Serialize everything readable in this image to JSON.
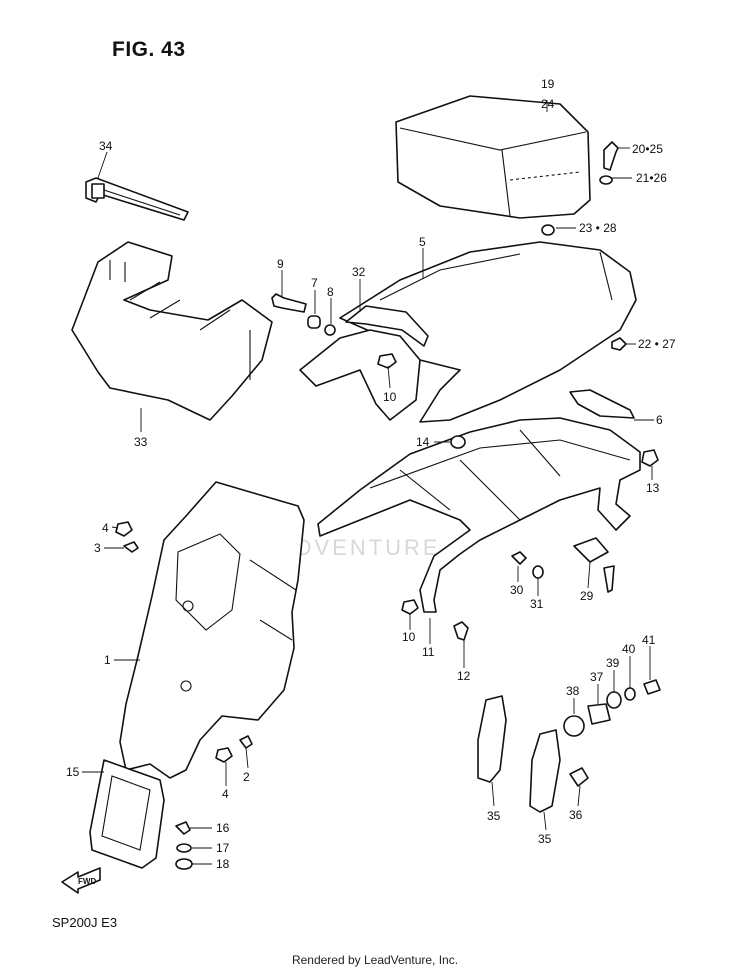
{
  "figure": {
    "title": "FIG. 43",
    "model_code": "SP200J  E3"
  },
  "footer": {
    "text": "Rendered by LeadVenture, Inc."
  },
  "watermark": {
    "text": "LEADVENTURE"
  },
  "fwd_arrow": {
    "label": "FWD"
  },
  "callouts": [
    {
      "id": "c34",
      "label": "34"
    },
    {
      "id": "c33",
      "label": "33"
    },
    {
      "id": "c9",
      "label": "9"
    },
    {
      "id": "c7",
      "label": "7"
    },
    {
      "id": "c8",
      "label": "8"
    },
    {
      "id": "c32",
      "label": "32"
    },
    {
      "id": "c5",
      "label": "5"
    },
    {
      "id": "c10a",
      "label": "10"
    },
    {
      "id": "c19",
      "label": "19"
    },
    {
      "id": "c24",
      "label": "24"
    },
    {
      "id": "c2025",
      "label": "20•25"
    },
    {
      "id": "c2126",
      "label": "21•26"
    },
    {
      "id": "c2328",
      "label": "23 • 28"
    },
    {
      "id": "c2227",
      "label": "22 • 27"
    },
    {
      "id": "c6",
      "label": "6"
    },
    {
      "id": "c14",
      "label": "14"
    },
    {
      "id": "c13",
      "label": "13"
    },
    {
      "id": "c4a",
      "label": "4"
    },
    {
      "id": "c3",
      "label": "3"
    },
    {
      "id": "c1",
      "label": "1"
    },
    {
      "id": "c30",
      "label": "30"
    },
    {
      "id": "c31",
      "label": "31"
    },
    {
      "id": "c29",
      "label": "29"
    },
    {
      "id": "c10b",
      "label": "10"
    },
    {
      "id": "c11",
      "label": "11"
    },
    {
      "id": "c12",
      "label": "12"
    },
    {
      "id": "c40",
      "label": "40"
    },
    {
      "id": "c41",
      "label": "41"
    },
    {
      "id": "c39",
      "label": "39"
    },
    {
      "id": "c37",
      "label": "37"
    },
    {
      "id": "c38",
      "label": "38"
    },
    {
      "id": "c15",
      "label": "15"
    },
    {
      "id": "c2",
      "label": "2"
    },
    {
      "id": "c4b",
      "label": "4"
    },
    {
      "id": "c16",
      "label": "16"
    },
    {
      "id": "c17",
      "label": "17"
    },
    {
      "id": "c18",
      "label": "18"
    },
    {
      "id": "c35a",
      "label": "35"
    },
    {
      "id": "c35b",
      "label": "35"
    },
    {
      "id": "c36",
      "label": "36"
    }
  ]
}
